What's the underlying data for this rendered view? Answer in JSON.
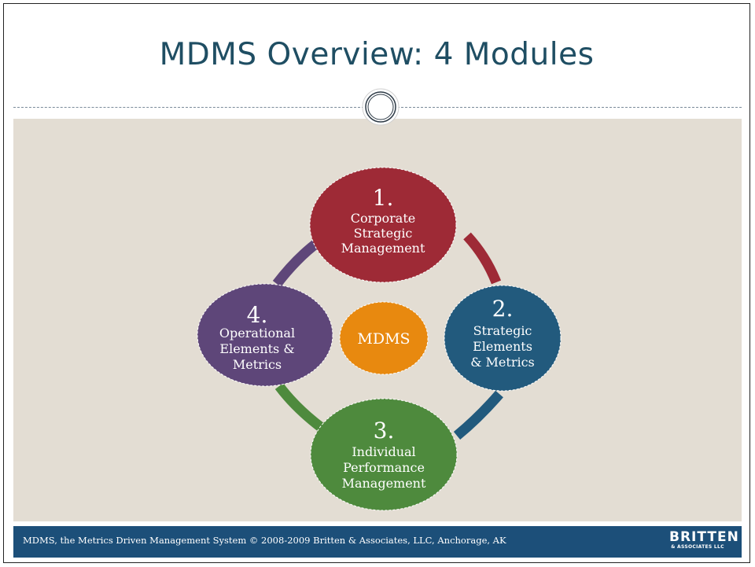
{
  "slide": {
    "title": "MDMS Overview:  4 Modules",
    "footer": "MDMS, the Metrics Driven Management System © 2008-2009 Britten & Associates, LLC, Anchorage, AK",
    "logo": {
      "main": "BRITTEN",
      "sub": "& ASSOCIATES LLC"
    }
  },
  "diagram": {
    "center": {
      "label": "MDMS",
      "color": "#e8890f"
    },
    "modules": [
      {
        "number": "1.",
        "lines": [
          "Corporate",
          "Strategic",
          "Management"
        ],
        "color": "#9e2a36"
      },
      {
        "number": "2.",
        "lines": [
          "Strategic",
          "Elements",
          "& Metrics"
        ],
        "color": "#225a7d"
      },
      {
        "number": "3.",
        "lines": [
          "Individual",
          "Performance",
          "Management"
        ],
        "color": "#4e8a3d"
      },
      {
        "number": "4.",
        "lines": [
          "Operational",
          "Elements &",
          "Metrics"
        ],
        "color": "#5e4679"
      }
    ],
    "arcs": [
      {
        "from": "1",
        "to": "2",
        "color": "#9e2a36"
      },
      {
        "from": "2",
        "to": "3",
        "color": "#225a7d"
      },
      {
        "from": "3",
        "to": "4",
        "color": "#4e8a3d"
      },
      {
        "from": "4",
        "to": "1",
        "color": "#5e4679"
      }
    ]
  }
}
